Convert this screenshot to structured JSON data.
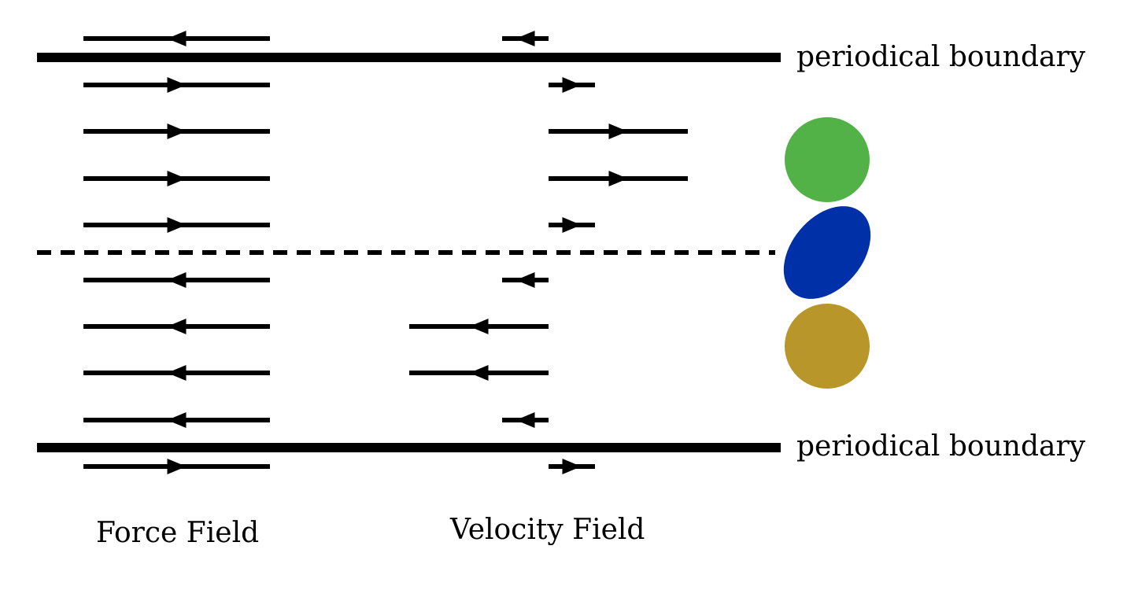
{
  "labels": {
    "boundary_top": "periodical boundary",
    "boundary_bottom": "periodical boundary",
    "force_field": "Force Field",
    "velocity_field": "Velocity Field"
  },
  "colors": {
    "line": "#000000",
    "particle_top": "#52b248",
    "particle_middle": "#0030a8",
    "particle_bottom": "#b8962a"
  },
  "force_field": {
    "directions": [
      "left",
      "right",
      "right",
      "right",
      "right",
      "left",
      "left",
      "left",
      "left",
      "right"
    ]
  },
  "velocity_field": {
    "vectors": [
      -0.5,
      0.5,
      1.5,
      1.5,
      0.5,
      -0.5,
      -1.5,
      -1.5,
      -0.5,
      0.5
    ]
  },
  "particles": [
    {
      "name": "particle-top",
      "shape": "circle"
    },
    {
      "name": "particle-middle",
      "shape": "ellipse"
    },
    {
      "name": "particle-bottom",
      "shape": "circle"
    }
  ]
}
